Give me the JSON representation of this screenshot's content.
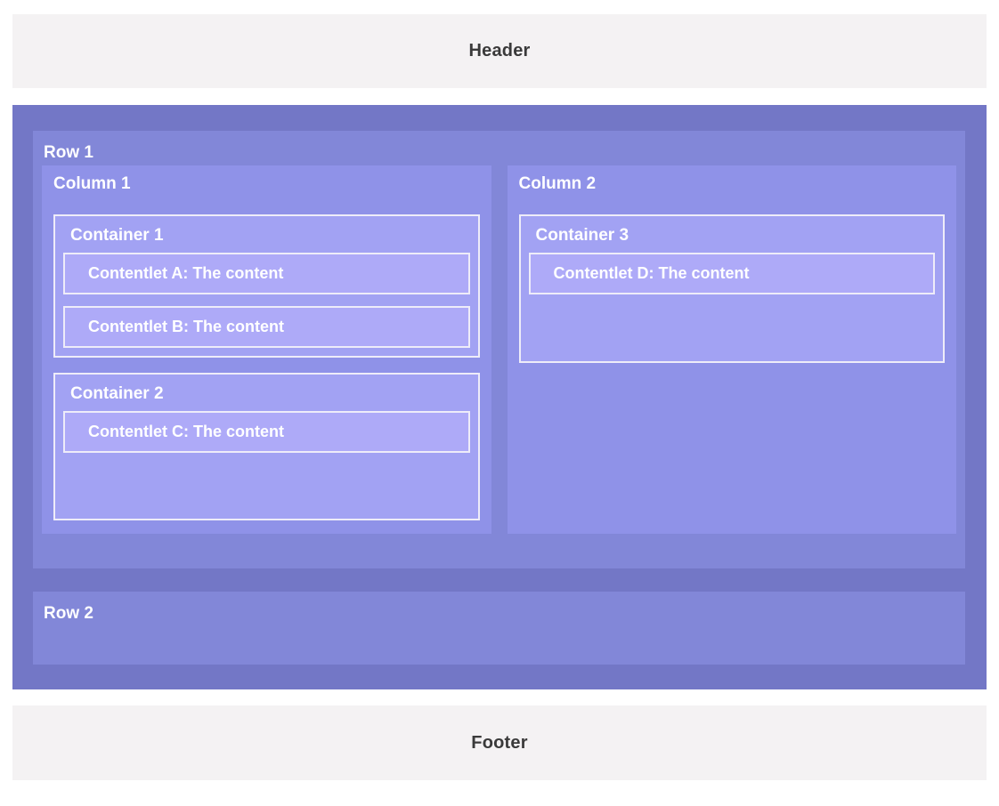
{
  "header": {
    "label": "Header"
  },
  "footer": {
    "label": "Footer"
  },
  "body": {
    "rows": [
      {
        "label": "Row 1",
        "columns": [
          {
            "label": "Column 1",
            "containers": [
              {
                "label": "Container 1",
                "contentlets": [
                  {
                    "label": "Contentlet A: The content"
                  },
                  {
                    "label": "Contentlet B: The content"
                  }
                ]
              },
              {
                "label": "Container 2",
                "contentlets": [
                  {
                    "label": "Contentlet C: The content"
                  }
                ]
              }
            ]
          },
          {
            "label": "Column 2",
            "containers": [
              {
                "label": "Container 3",
                "contentlets": [
                  {
                    "label": "Contentlet D: The content"
                  }
                ]
              }
            ]
          }
        ]
      },
      {
        "label": "Row 2",
        "columns": []
      }
    ]
  },
  "colors": {
    "page_background": "#ffffff",
    "header_footer_background": "#f4f2f3",
    "header_footer_text": "#3a3a3a",
    "body_background": "#7377c6",
    "row_background": "#8287d8",
    "column_background": "#8f92e8",
    "container_background": "#a2a2f3",
    "contentlet_background": "#aeaaf8",
    "box_border": "#eeecf9",
    "label_text": "#ffffff"
  }
}
